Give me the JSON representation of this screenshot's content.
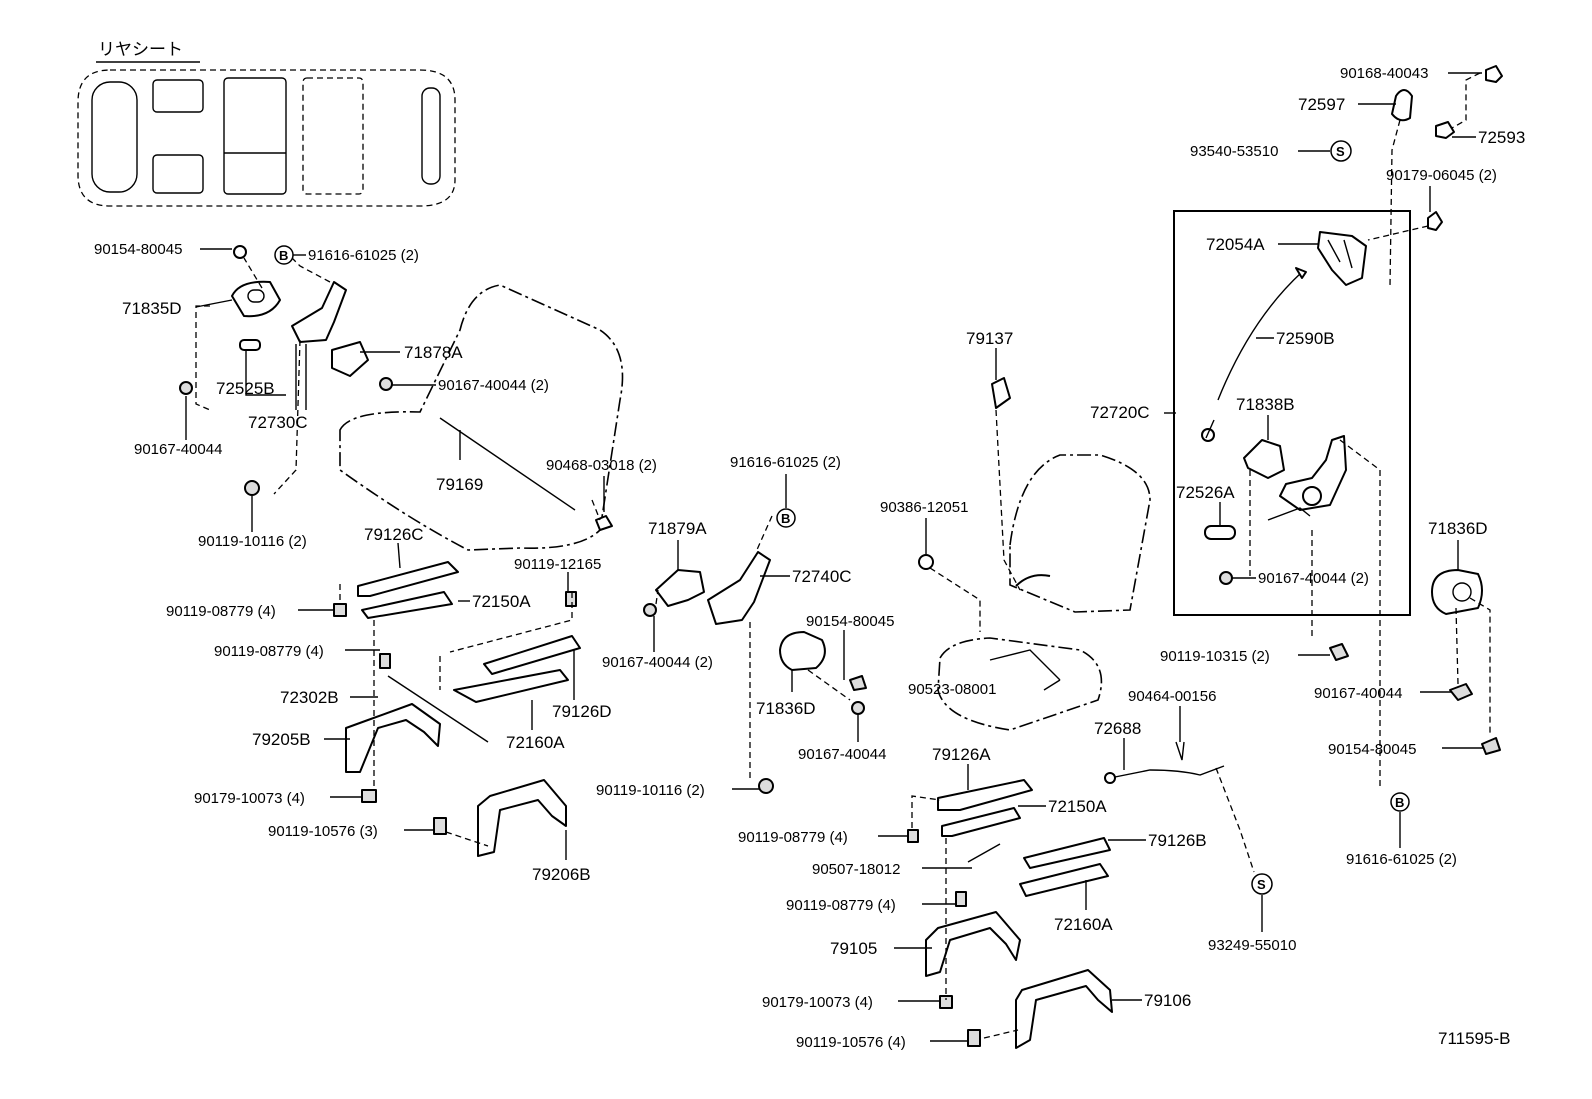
{
  "diagram": {
    "inset_title": "リヤシート",
    "figure_code": "711595-B",
    "symbols": {
      "b": "B",
      "s": "S"
    },
    "parts": {
      "p90168_40043": "90168-40043",
      "p72597": "72597",
      "p72593": "72593",
      "p93540_53510": "93540-53510",
      "p90179_06045": "90179-06045 (2)",
      "p72054A": "72054A",
      "p72590B": "72590B",
      "p72720C": "72720C",
      "p71838B": "71838B",
      "p72526A": "72526A",
      "p90167_40044_2r": "90167-40044 (2)",
      "p71836D_r": "71836D",
      "p90119_10315": "90119-10315 (2)",
      "p90167_40044_r": "90167-40044",
      "p90154_80045_r": "90154-80045",
      "p91616_61025_r": "91616-61025 (2)",
      "p79137": "79137",
      "p90386_12051": "90386-12051",
      "p90523_08001": "90523-08001",
      "p90464_00156": "90464-00156",
      "p72688": "72688",
      "p93249_55010": "93249-55010",
      "p79126A": "79126A",
      "p72150A_c": "72150A",
      "p79126B": "79126B",
      "p90119_08779_c1": "90119-08779 (4)",
      "p90507_18012": "90507-18012",
      "p90119_08779_c2": "90119-08779 (4)",
      "p72160A_c": "72160A",
      "p79105": "79105",
      "p79106": "79106",
      "p90179_10073_c": "90179-10073 (4)",
      "p90119_10576_c": "90119-10576 (4)",
      "p90154_80045_l": "90154-80045",
      "p91616_61025_l": "91616-61025 (2)",
      "p71835D": "71835D",
      "p71878A": "71878A",
      "p90167_40044_2l": "90167-40044 (2)",
      "p72525B": "72525B",
      "p72730C": "72730C",
      "p90167_40044_l": "90167-40044",
      "p79169": "79169",
      "p90468_03018": "90468-03018 (2)",
      "p90119_10116_l": "90119-10116 (2)",
      "p79126C": "79126C",
      "p90119_12165": "90119-12165",
      "p72150A_l": "72150A",
      "p90119_08779_l1": "90119-08779 (4)",
      "p90119_08779_l2": "90119-08779 (4)",
      "p72302B": "72302B",
      "p79205B": "79205B",
      "p72160A_l": "72160A",
      "p79126D": "79126D",
      "p90179_10073_l": "90179-10073 (4)",
      "p90119_10576_l": "90119-10576 (3)",
      "p79206B": "79206B",
      "p91616_61025_m": "91616-61025 (2)",
      "p71879A": "71879A",
      "p72740C": "72740C",
      "p90167_40044_2m": "90167-40044 (2)",
      "p90154_80045_m": "90154-80045",
      "p71836D_m": "71836D",
      "p90167_40044_m": "90167-40044",
      "p90119_10116_m": "90119-10116 (2)"
    }
  }
}
